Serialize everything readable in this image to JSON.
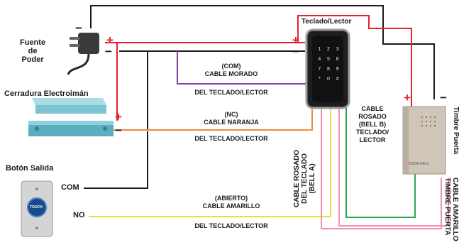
{
  "labels": {
    "power_supply": "Fuente\nde\nPoder",
    "keypad": "Teclado/Lector",
    "lock": "Cerradura Electroimán",
    "exit_button": "Botón Salida",
    "doorbell": "Timbre Puerta",
    "com_terminal": "COM",
    "no_terminal": "NO",
    "purple_cable": "(COM)\nCABLE MORADO",
    "purple_from": "DEL TECLADO/LECTOR",
    "orange_cable": "(NC)\nCABLE NARANJA",
    "orange_from": "DEL TECLADO/LECTOR",
    "yellow_cable": "(ABIERTO)\nCABLE AMARILLO",
    "yellow_from": "DEL TECLADO/LECTOR",
    "pink_bell_b": "CABLE\nROSADO\n(BELL B)\nTECLADO/\nLECTOR",
    "pink_bell_a": "CABLE ROSADO\nDEL TECLADO\n(BELL A)",
    "yellow_doorbell": "CABLE AMARILLO\nTIMBRE PUERTA",
    "plus": "+",
    "minus": "−"
  },
  "keypad_keys": [
    "1",
    "2",
    "3",
    "4",
    "5",
    "6",
    "7",
    "8",
    "9",
    "*",
    "0",
    "#"
  ],
  "button_text": "TOUCH",
  "doorbell_text": "DOOR BELL",
  "wire_colors": {
    "black": "#1a1a1a",
    "red": "#e8202a",
    "purple": "#7b3fa0",
    "orange": "#f08a3a",
    "yellow": "#e5e044",
    "pink": "#f08fb8",
    "green": "#2aa84a"
  }
}
